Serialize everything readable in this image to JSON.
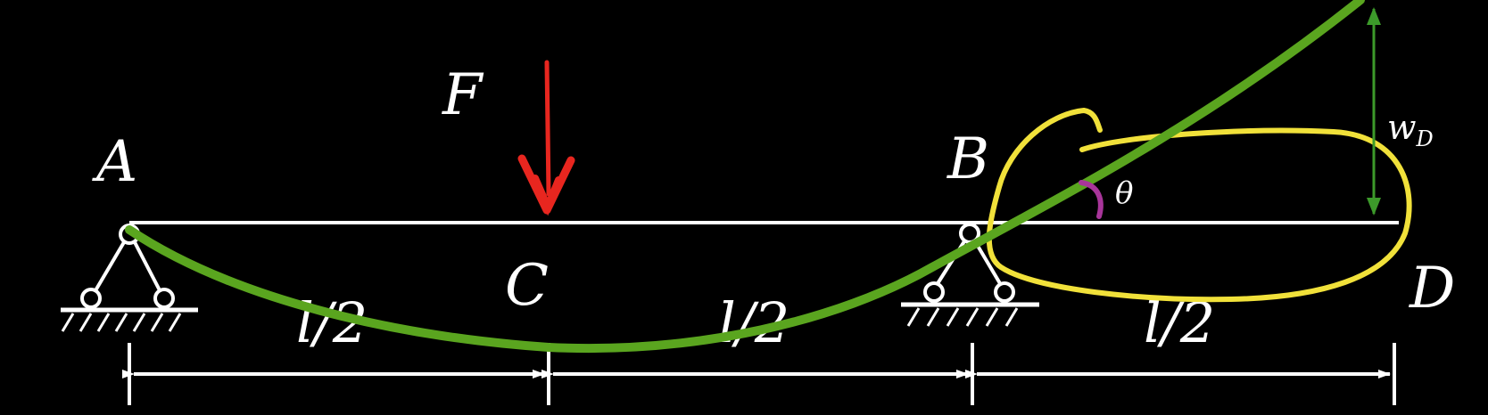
{
  "labels": {
    "A": "A",
    "B": "B",
    "C": "C",
    "D": "D",
    "F": "F",
    "theta": "θ",
    "w_main": "w",
    "w_sub": "D"
  },
  "dimensions": [
    "l/2",
    "l/2",
    "l/2"
  ],
  "colors": {
    "background": "#000000",
    "beam": "#ffffff",
    "force": "#e8261f",
    "deflection": "#5aa51f",
    "highlight": "#f1e13a",
    "angle": "#a8359a",
    "wD_arrow": "#3c9a2a"
  }
}
